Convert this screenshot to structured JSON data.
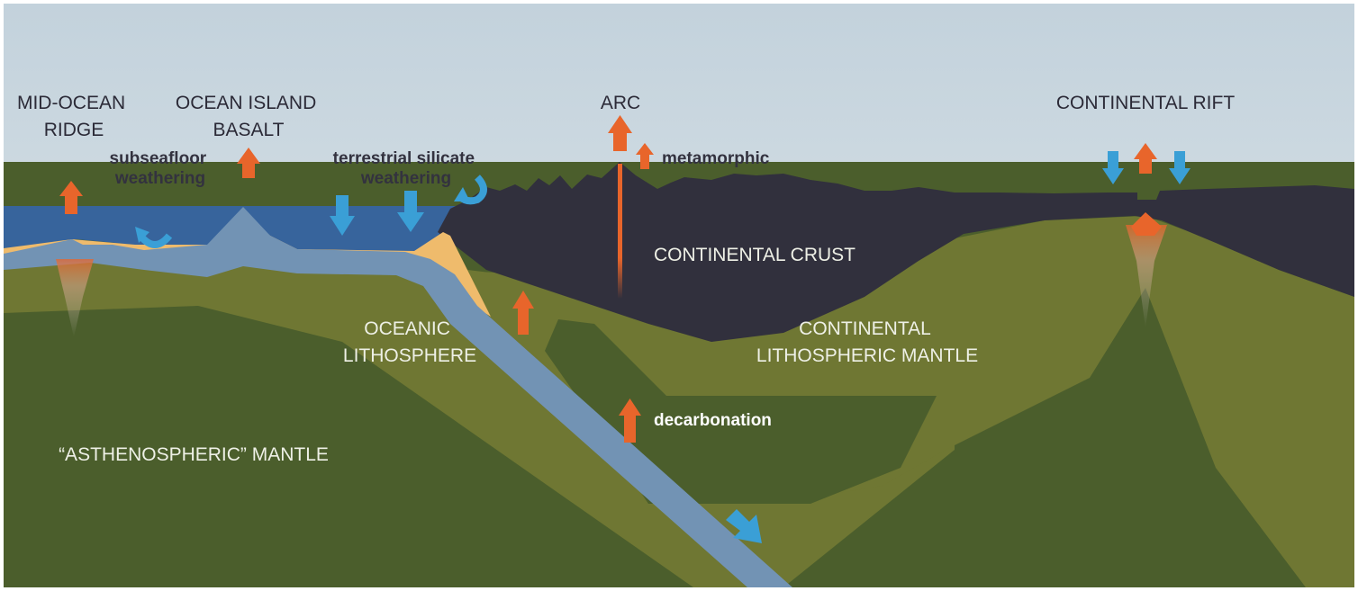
{
  "labels": {
    "mid_ocean_ridge": [
      "MID-OCEAN",
      "RIDGE"
    ],
    "ocean_island_basalt": [
      "OCEAN ISLAND",
      "BASALT"
    ],
    "arc": "ARC",
    "continental_rift": "CONTINENTAL RIFT",
    "continental_crust": "CONTINENTAL CRUST",
    "oceanic_lithosphere": [
      "OCEANIC",
      "LITHOSPHERE"
    ],
    "continental_lithospheric_mantle": [
      "CONTINENTAL",
      "LITHOSPHERIC MANTLE"
    ],
    "asthenospheric_mantle": "“ASTHENOSPHERIC” MANTLE",
    "subseafloor_weathering": [
      "subseafloor",
      "weathering"
    ],
    "terrestrial_silicate_weathering": [
      "terrestrial silicate",
      "weathering"
    ],
    "metamorphic": "metamorphic",
    "decarbonation": "decarbonation"
  },
  "colors": {
    "sky_top": "#c9d6de",
    "sky_bottom": "#dfe6eb",
    "ocean": "#37649c",
    "sediment": "#efbb6c",
    "oceanic_crust": "#7293b4",
    "oceanic_lithosphere": "#6f7733",
    "asthenosphere": "#4b5e2c",
    "continental_crust": "#31303d",
    "continental_lithospheric_mantle": "#6f7733",
    "emission_arrow": "#e8652b",
    "uptake_arrow": "#3a9fd6"
  }
}
